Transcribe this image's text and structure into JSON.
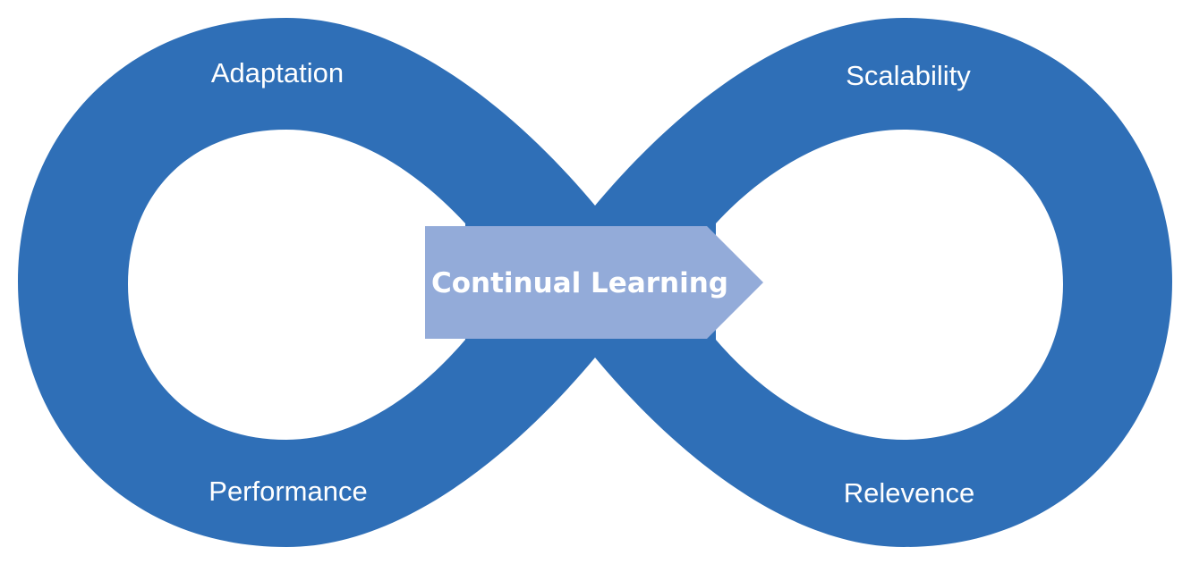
{
  "diagram": {
    "colors": {
      "loop": "#2f6fb7",
      "arrow": "#93abd9",
      "text": "#ffffff",
      "background": "#ffffff"
    },
    "center": {
      "label": "Continual Learning"
    },
    "labels": {
      "top_left": "Adaptation",
      "top_right": "Scalability",
      "bottom_left": "Performance",
      "bottom_right": "Relevence"
    }
  }
}
